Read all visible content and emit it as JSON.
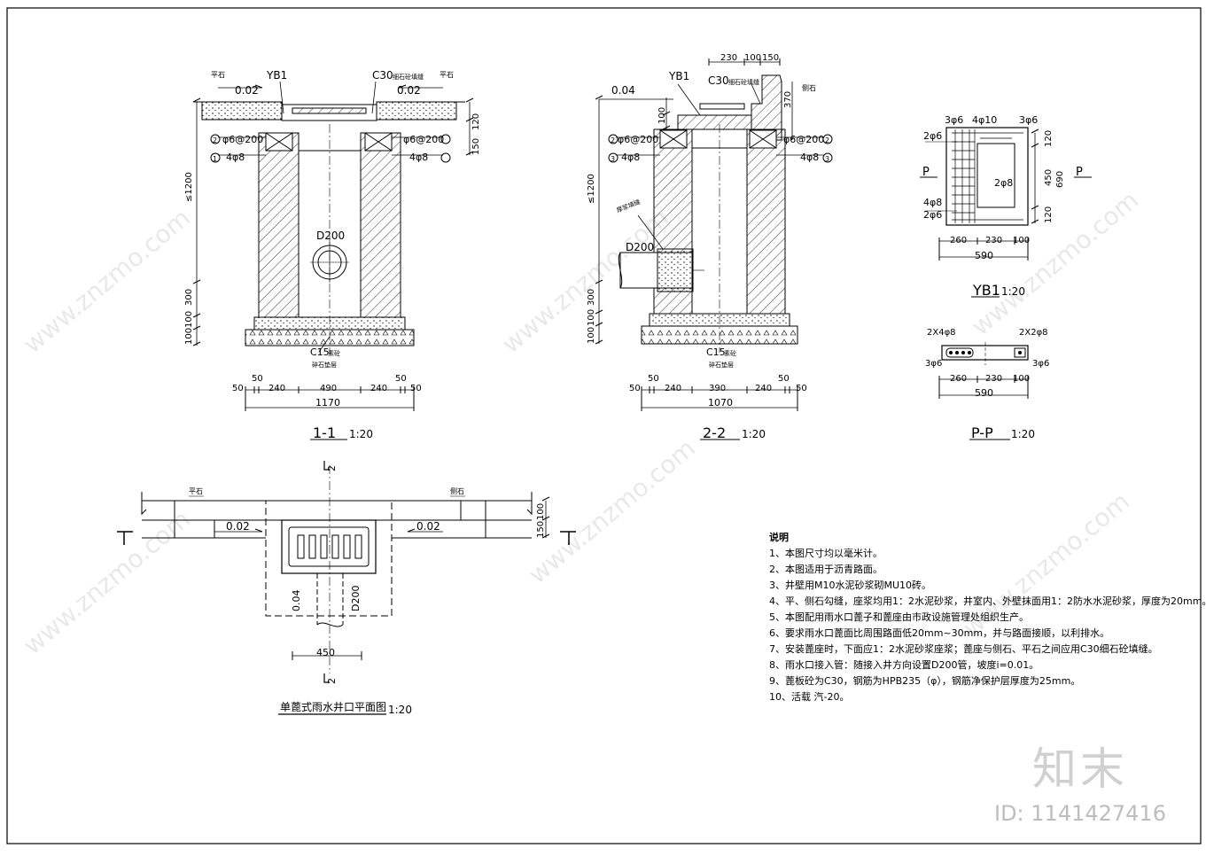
{
  "section11": {
    "title": "1-1",
    "scale": "1:20",
    "left_label": "平石",
    "right_label": "平石",
    "yb1": "YB1",
    "c30": "C30",
    "c30_note": "细石砼填缝",
    "slope_left": "0.02",
    "slope_right": "0.02",
    "rebar_left": "φ6@200",
    "rebar_right": "φ6@200",
    "bar_left": "4φ8",
    "bar_right": "4φ8",
    "num2": "2",
    "num1": "1",
    "pipe": "D200",
    "c15": "C15",
    "c15_note": "素砼",
    "cushion": "碎石垫层",
    "vdim_1200": "≤1200",
    "vdim_300": "300",
    "vdim_100a": "100",
    "vdim_100b": "100",
    "vdim_150": "150",
    "vdim_120": "120",
    "h_dims": [
      "50",
      "240",
      "490",
      "240",
      "50"
    ],
    "h_small": [
      "50",
      "50"
    ],
    "total": "1170"
  },
  "section22": {
    "title": "2-2",
    "scale": "1:20",
    "slope": "0.04",
    "yb1": "YB1",
    "c30": "C30",
    "c30_note": "细石砼填缝",
    "curb": "侧石",
    "top_dims": [
      "230",
      "100",
      "150"
    ],
    "dim_370": "370",
    "dim_100": "100",
    "rebar_left": "φ6@200",
    "rebar_right": "φ6@200",
    "bar_left": "4φ8",
    "bar_right": "4φ8",
    "num2": "2",
    "num3": "3",
    "pipe": "D200",
    "seal": "厚浆填缝",
    "c15": "C15",
    "c15_note": "素砼",
    "cushion": "碎石垫层",
    "vdim_1200": "≤1200",
    "vdim_300": "300",
    "vdim_100a": "100",
    "vdim_100b": "100",
    "h_dims": [
      "50",
      "240",
      "390",
      "240",
      "50"
    ],
    "h_small": [
      "50",
      "50"
    ],
    "total": "1070"
  },
  "yb1": {
    "title": "YB1",
    "scale": "1:20",
    "labels": [
      "3φ6",
      "4φ10",
      "3φ6",
      "2φ6",
      "2φ8",
      "4φ8",
      "2φ6"
    ],
    "p_left": "P",
    "p_right": "P",
    "v_dims": [
      "120",
      "450",
      "120"
    ],
    "v_total": "690",
    "h_dims": [
      "260",
      "230",
      "100"
    ],
    "total": "590"
  },
  "pp": {
    "title": "P-P",
    "scale": "1:20",
    "labels": [
      "2X4φ8",
      "2X2φ8",
      "3φ6",
      "3φ6"
    ],
    "h_dims": [
      "260",
      "230",
      "100"
    ],
    "total": "590"
  },
  "plan": {
    "title": "单蓖式雨水井口平面图",
    "scale": "1:20",
    "flat_stone": "平石",
    "curb": "侧石",
    "slope_left": "0.02",
    "slope_right": "0.02",
    "slope_v": "0.04",
    "pipe": "D200",
    "width": "450",
    "dim_100": "100",
    "dim_150": "150",
    "cut_top": "2",
    "cut_bottom": "2"
  },
  "notes": {
    "title": "说明",
    "items": [
      "1、本图尺寸均以毫米计。",
      "2、本图适用于沥青路面。",
      "3、井壁用M10水泥砂浆砌MU10砖。",
      "4、平、侧石勾缝，座浆均用1：2水泥砂浆，井室内、外壁抹面用1：2防水水泥砂浆，厚度为20mm。",
      "5、本图配用雨水口蓖子和蓖座由市政设施管理处组织生产。",
      "6、要求雨水口蓖面比周围路面低20mm~30mm，并与路面接顺，以利排水。",
      "7、安装蓖座时，下面应1：2水泥砂浆座浆；蓖座与侧石、平石之间应用C30细石砼填缝。",
      "8、雨水口接入管：随接入井方向设置D200管，坡度i=0.01。",
      "9、蓖板砼为C30，钢筋为HPB235（φ），钢筋净保护层厚度为25mm。",
      "10、活载 汽-20。"
    ]
  },
  "watermark": {
    "brand": "知末",
    "id": "ID: 1141427416",
    "site": "www.znzmo.com"
  }
}
